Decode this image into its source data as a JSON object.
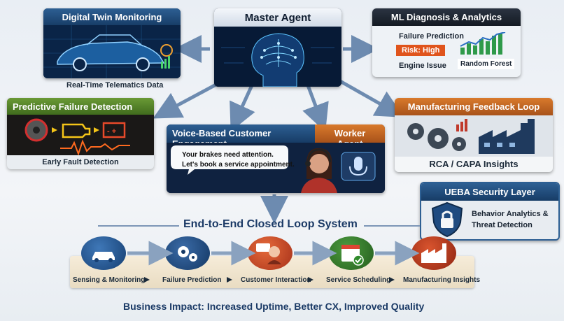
{
  "cards": {
    "digital_twin": {
      "title": "Digital Twin Monitoring",
      "caption": "Real-Time Telematics Data"
    },
    "master": {
      "title": "Master Agent"
    },
    "ml": {
      "title": "ML Diagnosis & Analytics",
      "failure": "Failure Prediction",
      "risk": "Risk: High",
      "engine": "Engine Issue",
      "model": "Random Forest"
    },
    "predictive": {
      "title": "Predictive Failure Detection",
      "caption": "Early Fault Detection"
    },
    "voice": {
      "title": "Voice-Based Customer Engagement",
      "worker": "Worker Agent",
      "bubble_line1": "Your brakes need attention.",
      "bubble_line2": "Let's book a service appointment."
    },
    "manufacturing": {
      "title": "Manufacturing Feedback Loop",
      "caption": "RCA / CAPA Insights"
    },
    "ueba": {
      "title": "UEBA Security Layer",
      "line1": "Behavior Analytics &",
      "line2": "Threat Detection"
    }
  },
  "loop": {
    "title": "End-to-End Closed Loop System",
    "steps": [
      "Sensing & Monitoring",
      "Failure Prediction",
      "Customer Interaction",
      "Service Scheduling",
      "Manufacturing Insights"
    ]
  },
  "impact": "Business Impact: Increased Uptime, Better CX, Improved Quality",
  "colors": {
    "navy": "#173c66",
    "orange": "#d97a2c",
    "green": "#5a8a2e",
    "arrow": "#6d8bb0"
  }
}
